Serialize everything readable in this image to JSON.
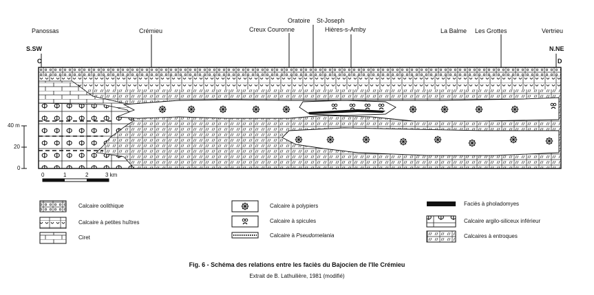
{
  "localities": {
    "panossas": "Panossas",
    "cremieu": "Crémieu",
    "creux_couronne": "Creux Couronne",
    "oratoire": "Oratoire",
    "st_joseph": "St-Joseph",
    "hieres": "Hières-s-Amby",
    "la_balme": "La Balme",
    "les_grottes": "Les Grottes",
    "vertrieu": "Vertrieu"
  },
  "orientation": {
    "left_dir": "S.SW",
    "left_letter": "C",
    "right_dir": "N.NE",
    "right_letter": "D"
  },
  "vertical_scale": {
    "ticks": [
      "40 m",
      "20",
      "0"
    ]
  },
  "horizontal_scale": {
    "ticks": [
      "0",
      "1",
      "2",
      "3 km"
    ]
  },
  "legend": {
    "oolithique": "Calcaire oolithique",
    "huitres": "Calcaire à petites huîtres",
    "ciret": "Ciret",
    "polypiers": "Calcaire à polypiers",
    "spicules": "Calcaire à spicules",
    "pseudomelania_prefix": "Calcaire à ",
    "pseudomelania_genus": "Pseudomelania",
    "pholadomyes": "Faciès à pholadomyes",
    "argilo": "Calcaire argilo-siliceux inférieur",
    "entroques": "Calcaires à entroques"
  },
  "caption": {
    "title": "Fig. 6 - Schéma des relations entre les faciès du Bajocien de l'Ile Crémieu",
    "subtitle": "Extrait de B. Lathuilière, 1981 (modifié)"
  }
}
